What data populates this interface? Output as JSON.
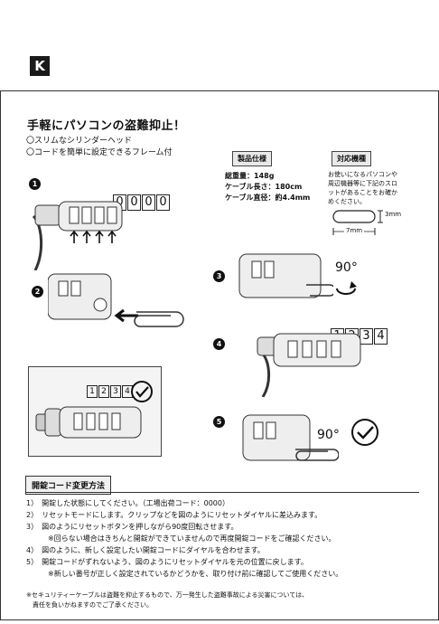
{
  "brand": {
    "logo_letter": "K"
  },
  "heading": {
    "title": "手軽にパソコンの盗難抑止！",
    "features": [
      "〇スリムなシリンダーヘッド",
      "〇コードを簡単に設定できるフレーム付"
    ]
  },
  "specs": {
    "label": "製品仕様",
    "lines": [
      "総重量：148g",
      "ケーブル長さ：180cm",
      "ケーブル直径：約4.4mm"
    ]
  },
  "compat": {
    "label": "対応機種",
    "text_lines": [
      "お使いになるパソコンや",
      "周辺機器等に下記のスロ",
      "ットがあることをお確か",
      "めください。"
    ],
    "height_label": "3mm",
    "width_label": "7mm"
  },
  "steps": {
    "s1": {
      "num": "1",
      "code": [
        "0",
        "0",
        "0",
        "0"
      ]
    },
    "s2": {
      "num": "2"
    },
    "s3": {
      "num": "3",
      "angle": "90°"
    },
    "s4": {
      "num": "4",
      "code": [
        "1",
        "2",
        "3",
        "4"
      ]
    },
    "s5": {
      "num": "5",
      "angle": "90°"
    },
    "check": {
      "code": [
        "1",
        "2",
        "3",
        "4"
      ]
    }
  },
  "instructions": {
    "title": "開錠コード変更方法",
    "items": [
      "1）　開錠した状態にしてください。（工場出荷コード：0000）",
      "2）　リセットモードにします。クリップなどを図のようにリセットダイヤルに差込みます。",
      "3）　図のようにリセットボタンを押しながら90度回転させます。",
      "　　　※回らない場合はきちんと開錠ができていませんので再度開錠コードをご確認ください。",
      "4）　図のように、新しく設定したい開錠コードにダイヤルを合わせます。",
      "5）　開錠コードがずれないよう、図のようにリセットダイヤルを元の位置に戻します。",
      "　　　※新しい番号が正しく設定されているかどうかを、取り付け前に確認してご使用ください。"
    ]
  },
  "footer": {
    "lines": [
      "※セキュリティーケーブルは盗難を抑止するもので、万一発生した盗難事故による災害については、",
      "　責任を負いかねますのでご了承ください。"
    ]
  }
}
